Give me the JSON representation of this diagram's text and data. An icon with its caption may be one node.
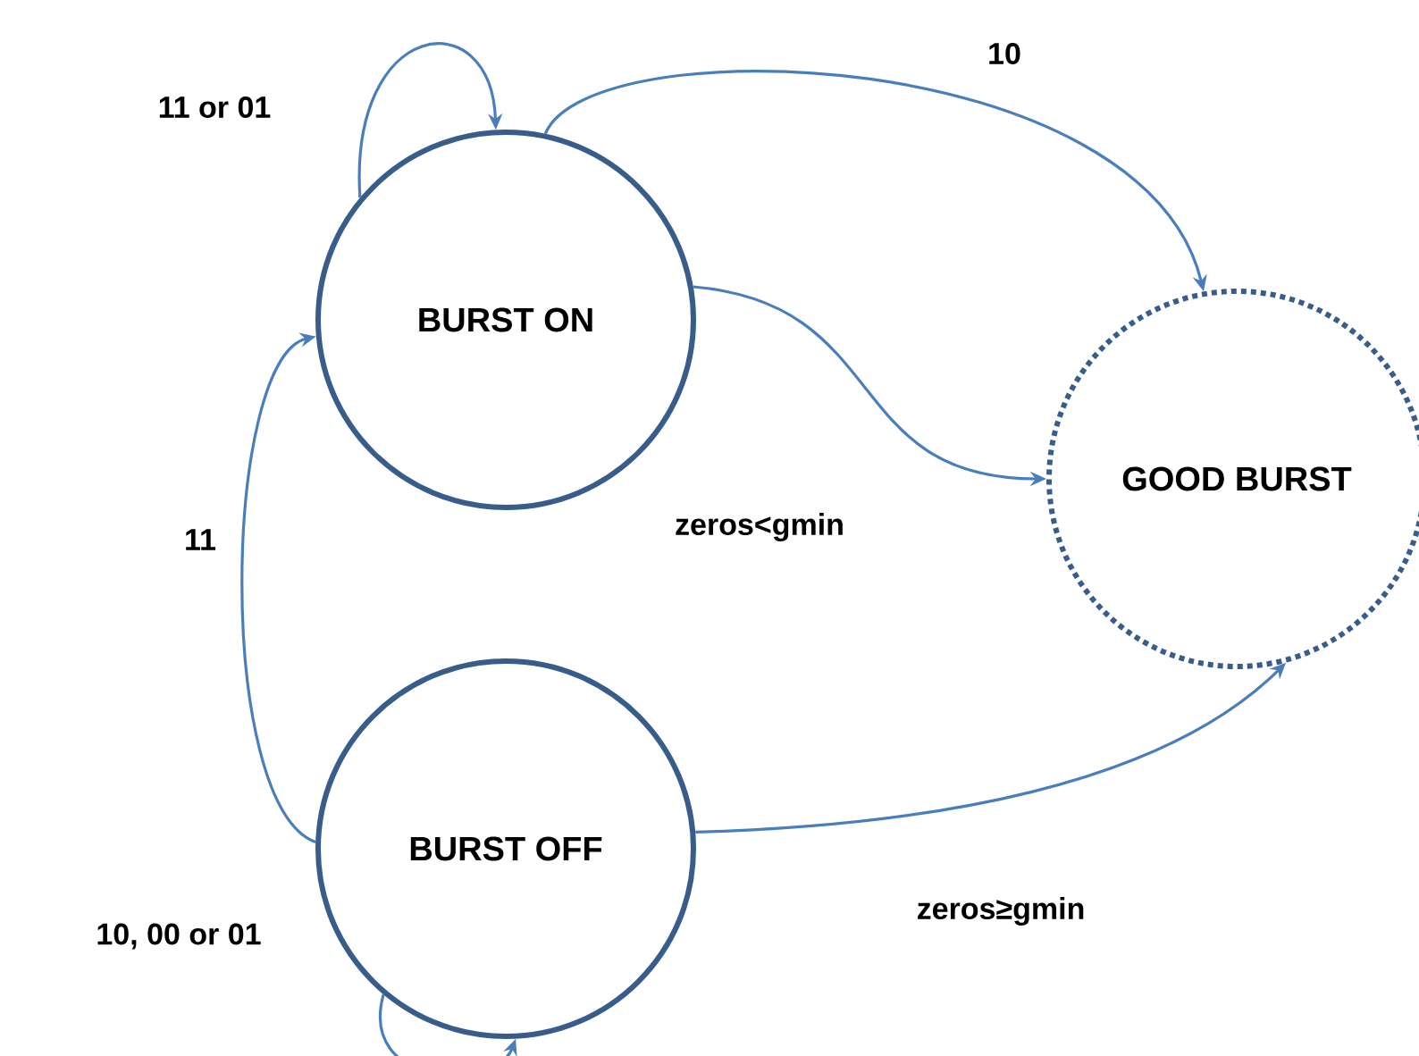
{
  "diagram": {
    "nodes": [
      {
        "text": [
          "BURST ON"
        ]
      },
      {
        "text": [
          "GOOD BURST"
        ]
      },
      {
        "text": [
          "BURST OFF"
        ]
      }
    ],
    "edges": [
      {
        "from": 0,
        "to": 0,
        "arrow": "to",
        "label": "11 or 01"
      },
      {
        "from": 0,
        "to": 1,
        "arrow": "to",
        "label": "10"
      },
      {
        "from": 0,
        "to": 1,
        "arrow": "to",
        "label": "zeros<gmin"
      },
      {
        "from": 2,
        "to": 0,
        "arrow": "to",
        "label": "11"
      },
      {
        "from": 2,
        "to": 1,
        "arrow": "to",
        "label": "zeros≥gmin"
      },
      {
        "from": 2,
        "to": 2,
        "arrow": "to",
        "label": "10, 00 or 01"
      }
    ]
  }
}
